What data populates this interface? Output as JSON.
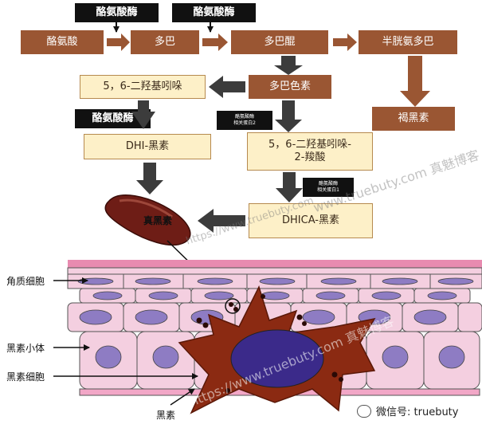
{
  "pathway": {
    "tyrosine": "酪氨酸",
    "dopa": "多巴",
    "dopaquinone": "多巴醌",
    "cysteinyldopa": "半胱氨多巴",
    "dopachrome": "多巴色素",
    "dhi": "5，6-二羟基吲哚",
    "dhica_line1": "5，6-二羟基吲哚-",
    "dhica_line2": "2-羧酸",
    "dhi_melanin": "DHI-黑素",
    "dhica_melanin": "DHICA-黑素",
    "pheomelanin": "褐黑素",
    "eumelanin": "真黑素"
  },
  "enzymes": {
    "tyrosinase_1": "酪氨酸酶",
    "tyrosinase_2": "酪氨酸酶",
    "tyrosinase_3": "酪氨酸酶",
    "trp2_line1": "酪氨酸酶",
    "trp2_line2": "相关蛋白2",
    "trp1_line1": "酪氨酸酶",
    "trp1_line2": "相关蛋白1"
  },
  "skin_labels": {
    "keratinocyte": "角质细胞",
    "melanosome": "黑素小体",
    "melanocyte": "黑素细胞",
    "melanin": "黑素"
  },
  "watermarks": {
    "wm1": "www.truebuty.com 真魅博客",
    "wm2": "https://www.truebuty.com",
    "wm3": "https://www.truebuty.com 真魅博客"
  },
  "wechat": "微信号: truebuty",
  "colors": {
    "brown_box": "#9a5633",
    "cream_box": "#fdf0c8",
    "cell_pink": "#f4cfe0",
    "nucleus": "#6e5aa6",
    "melanocyte": "#8b2a12"
  }
}
